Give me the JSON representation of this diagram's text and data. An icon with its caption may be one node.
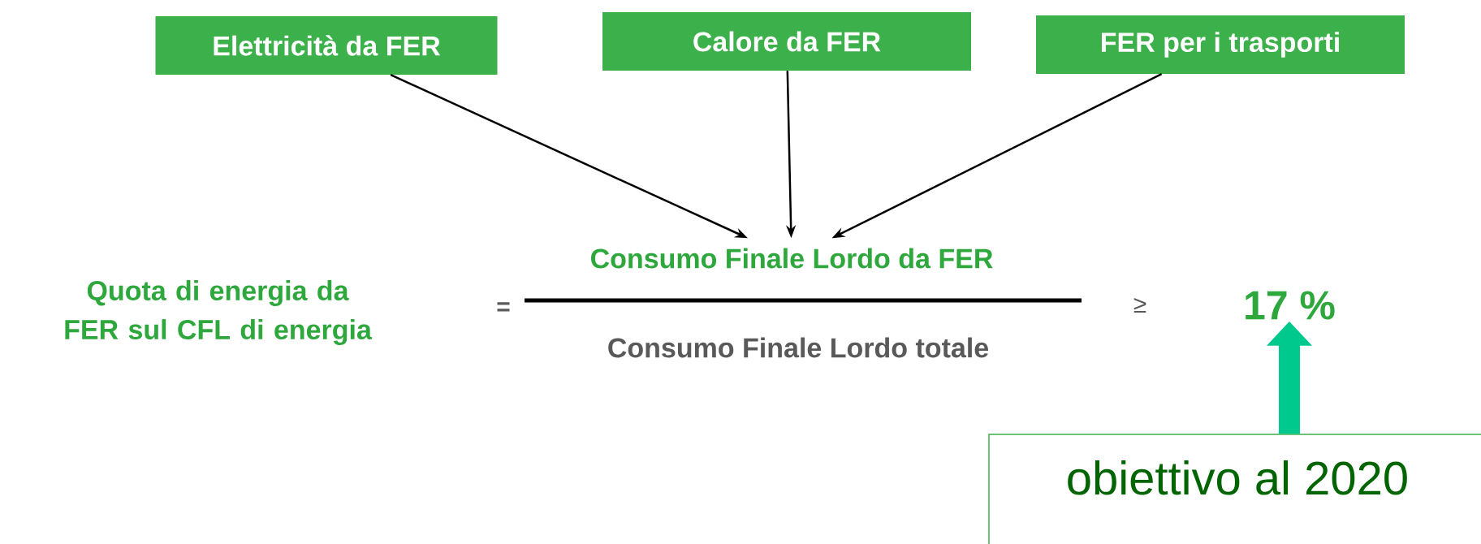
{
  "diagram": {
    "nodes": [
      {
        "text": [
          "Elettricità da FER"
        ]
      },
      {
        "text": [
          "Calore da FER"
        ]
      },
      {
        "text": [
          "FER per i trasporti"
        ]
      },
      {
        "text": [
          "Consumo Finale Lordo da FER"
        ]
      },
      {
        "text": [
          "Consumo Finale Lordo totale"
        ]
      },
      {
        "text": [
          "Quota di energia da FER sul CFL di energia"
        ]
      },
      {
        "text": [
          "17 %"
        ]
      },
      {
        "text": [
          "obiettivo al 2020"
        ]
      }
    ],
    "edges": [
      {
        "from": 0,
        "to": 3,
        "arrow": "to"
      },
      {
        "from": 1,
        "to": 3,
        "arrow": "to"
      },
      {
        "from": 2,
        "to": 3,
        "arrow": "to"
      },
      {
        "from": 7,
        "to": 6,
        "arrow": "to",
        "style": "thick",
        "color": "#00c98d"
      }
    ],
    "labels": [
      "=",
      "≥"
    ]
  }
}
